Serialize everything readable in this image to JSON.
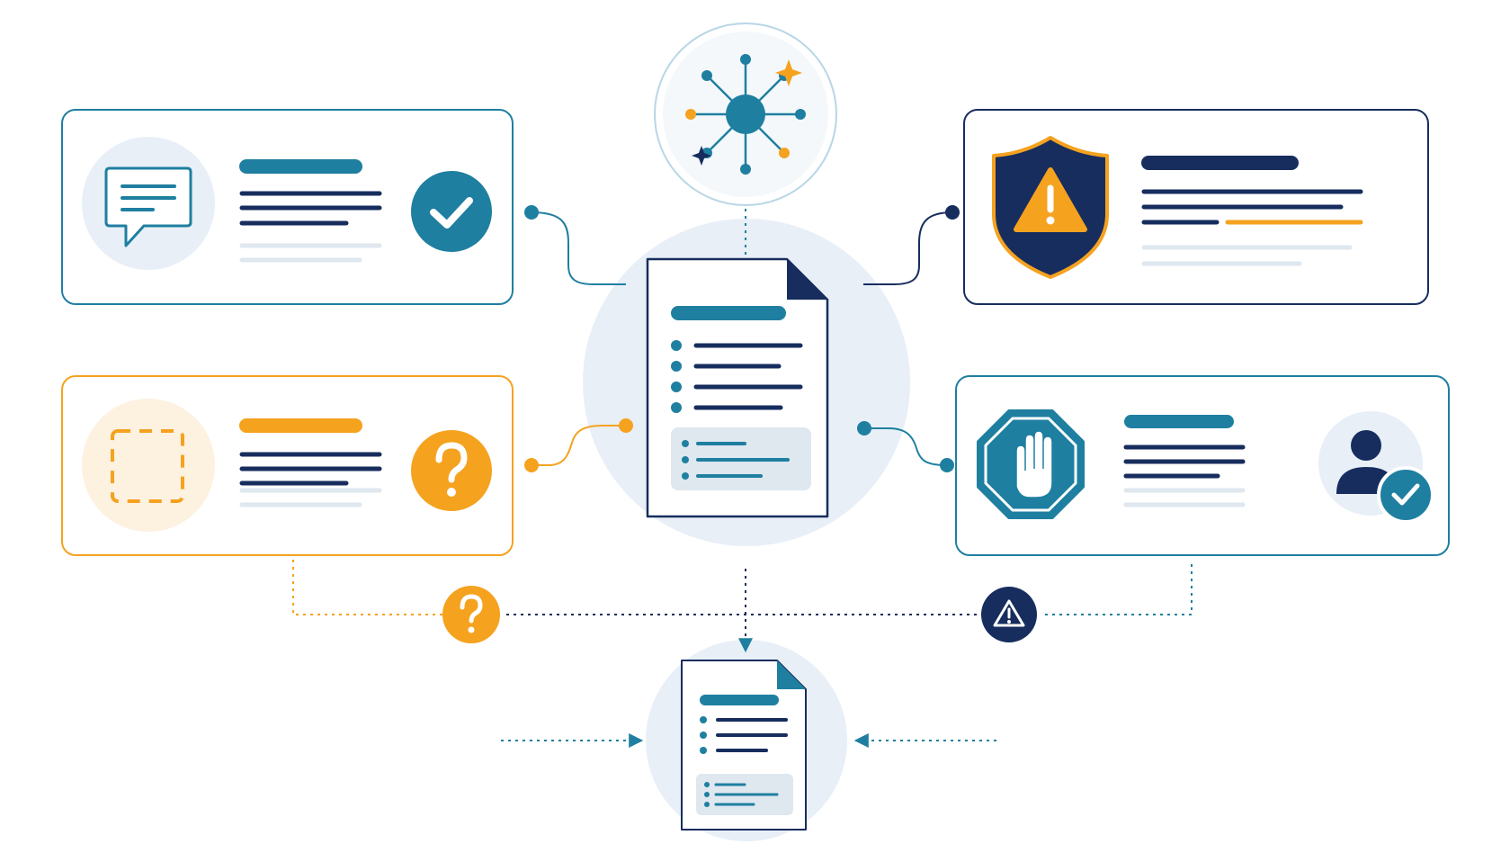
{
  "colors": {
    "teal": "#1f7fa0",
    "navy": "#172d5e",
    "orange": "#f5a21f",
    "light_gray": "#dfe7ef",
    "pale_blue": "#e8eff7",
    "pale_orange": "#fdf1e0"
  },
  "nodes": {
    "central_document": {
      "icon": "document-icon",
      "bullet_count": 4
    },
    "hub": {
      "icon": "network-hub-icon",
      "accents": [
        "sparkle-icon",
        "sparkle-icon"
      ]
    },
    "output_document": {
      "icon": "document-icon"
    },
    "cards": [
      {
        "id": "message-verified",
        "accent": "#1f7fa0",
        "left_icon": "chat-bubble-icon",
        "right_icon": "check-circle-icon"
      },
      {
        "id": "uncertain",
        "accent": "#f5a21f",
        "left_icon": "dashed-selection-icon",
        "right_icon": "question-circle-icon"
      },
      {
        "id": "risk-warning",
        "accent": "#172d5e",
        "left_icon": "shield-warning-icon"
      },
      {
        "id": "stop-review",
        "accent": "#1f7fa0",
        "left_icon": "stop-hand-icon",
        "right_icon": "user-check-icon"
      }
    ]
  },
  "connector_markers": [
    {
      "icon": "question-circle-icon",
      "color": "#f5a21f"
    },
    {
      "icon": "warning-triangle-icon",
      "color": "#172d5e"
    }
  ]
}
